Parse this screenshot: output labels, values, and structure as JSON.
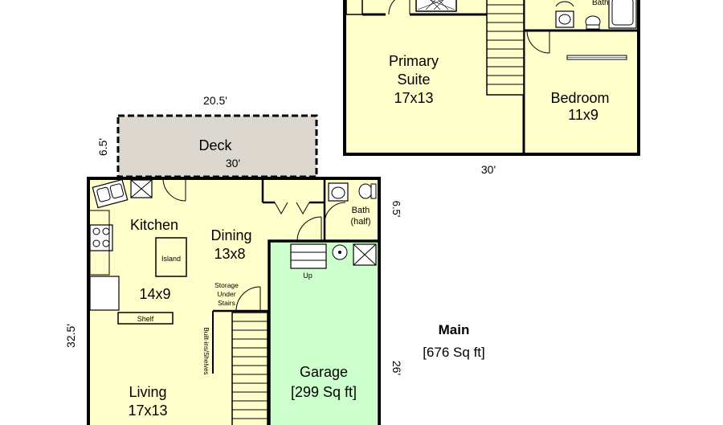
{
  "upper_floor": {
    "rooms": {
      "primary_suite": {
        "name_line1": "Primary",
        "name_line2": "Suite",
        "size": "17x13"
      },
      "bedroom": {
        "name": "Bedroom",
        "size": "11x9"
      },
      "bath": {
        "name": "Bath"
      }
    },
    "dimension_bottom": "30'"
  },
  "main_floor": {
    "title": "Main",
    "area": "[676 Sq ft]",
    "deck": {
      "name": "Deck",
      "width": "20.5'",
      "depth": "6.5'",
      "inner_width": "30'"
    },
    "rooms": {
      "kitchen": {
        "name": "Kitchen",
        "size": "14x9"
      },
      "island": "Island",
      "shelf": "Shelf",
      "dining": {
        "name": "Dining",
        "size": "13x8"
      },
      "storage": {
        "line1": "Storage",
        "line2": "Under",
        "line3": "Stairs"
      },
      "built_ins": "Built-ins/Shelves",
      "half_bath": {
        "line1": "Bath",
        "line2": "(half)"
      },
      "up_label": "Up",
      "garage": {
        "name": "Garage",
        "area": "[299 Sq ft]"
      },
      "living": {
        "name": "Living",
        "size": "17x13"
      }
    },
    "dimensions": {
      "left_height": "32.5'",
      "bath_side": "6.5'",
      "garage_side": "26'"
    }
  },
  "colors": {
    "room_fill": "#ffffcc",
    "garage_fill": "#ccffcc",
    "deck_fill": "#dcd7cf",
    "wall": "#000000"
  }
}
